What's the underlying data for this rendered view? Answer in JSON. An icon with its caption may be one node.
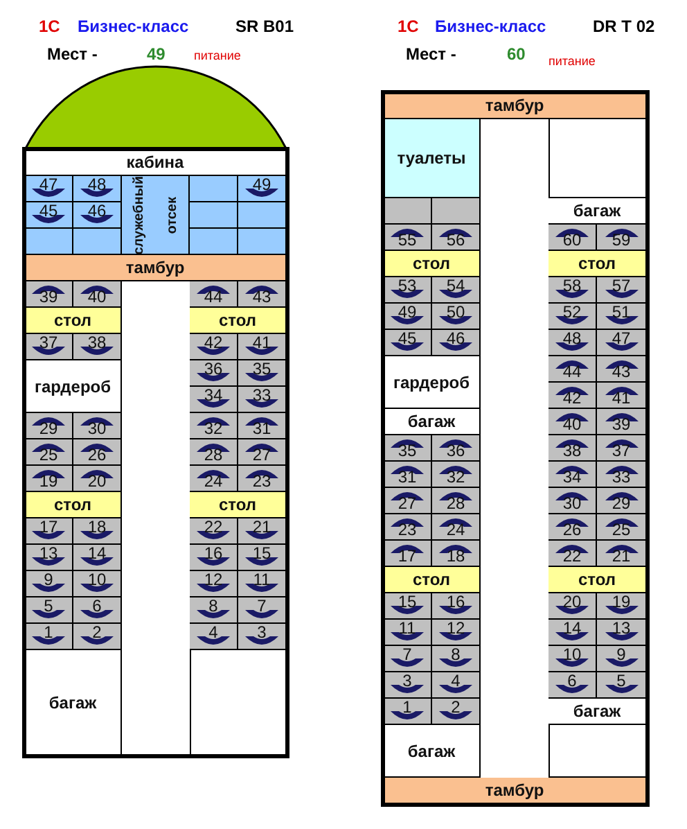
{
  "diagram": {
    "nodes": [
      {
        "text": [],
        "shape": "dome"
      },
      {
        "text": [
          "кабина"
        ]
      },
      {
        "text": [
          "47"
        ]
      },
      {
        "text": [
          "48"
        ]
      },
      {
        "text": [
          "служебный",
          "отсек"
        ]
      },
      {
        "text": [],
        "shape": "box"
      },
      {
        "text": [
          "49"
        ]
      },
      {
        "text": [
          "45"
        ]
      },
      {
        "text": [
          "46"
        ]
      },
      {
        "text": [],
        "shape": "box"
      },
      {
        "text": [],
        "shape": "box"
      },
      {
        "text": [],
        "shape": "box"
      },
      {
        "text": [],
        "shape": "box"
      },
      {
        "text": [],
        "shape": "box"
      },
      {
        "text": [],
        "shape": "box"
      },
      {
        "text": [
          "тамбур"
        ]
      },
      {
        "text": [
          "39"
        ]
      },
      {
        "text": [
          "40"
        ]
      },
      {
        "text": [
          "44"
        ]
      },
      {
        "text": [
          "43"
        ]
      },
      {
        "text": [
          "стол"
        ]
      },
      {
        "text": [
          "стол"
        ]
      },
      {
        "text": [
          "37"
        ]
      },
      {
        "text": [
          "38"
        ]
      },
      {
        "text": [
          "42"
        ]
      },
      {
        "text": [
          "41"
        ]
      },
      {
        "text": [
          "гардероб"
        ]
      },
      {
        "text": [
          "36"
        ]
      },
      {
        "text": [
          "35"
        ]
      },
      {
        "text": [
          "34"
        ]
      },
      {
        "text": [
          "33"
        ]
      },
      {
        "text": [
          "29"
        ]
      },
      {
        "text": [
          "30"
        ]
      },
      {
        "text": [
          "32"
        ]
      },
      {
        "text": [
          "31"
        ]
      },
      {
        "text": [
          "25"
        ]
      },
      {
        "text": [
          "26"
        ]
      },
      {
        "text": [
          "28"
        ]
      },
      {
        "text": [
          "27"
        ]
      },
      {
        "text": [
          "19"
        ]
      },
      {
        "text": [
          "20"
        ]
      },
      {
        "text": [
          "24"
        ]
      },
      {
        "text": [
          "23"
        ]
      },
      {
        "text": [
          "стол"
        ]
      },
      {
        "text": [
          "стол"
        ]
      },
      {
        "text": [
          "17"
        ]
      },
      {
        "text": [
          "18"
        ]
      },
      {
        "text": [
          "22"
        ]
      },
      {
        "text": [
          "21"
        ]
      },
      {
        "text": [
          "13"
        ]
      },
      {
        "text": [
          "14"
        ]
      },
      {
        "text": [
          "16"
        ]
      },
      {
        "text": [
          "15"
        ]
      },
      {
        "text": [
          "9"
        ]
      },
      {
        "text": [
          "10"
        ]
      },
      {
        "text": [
          "12"
        ]
      },
      {
        "text": [
          "11"
        ]
      },
      {
        "text": [
          "5"
        ]
      },
      {
        "text": [
          "6"
        ]
      },
      {
        "text": [
          "8"
        ]
      },
      {
        "text": [
          "7"
        ]
      },
      {
        "text": [
          "1"
        ]
      },
      {
        "text": [
          "2"
        ]
      },
      {
        "text": [
          "4"
        ]
      },
      {
        "text": [
          "3"
        ]
      },
      {
        "text": [
          "багаж"
        ]
      },
      {
        "text": [
          "тамбур"
        ]
      },
      {
        "text": [
          "туалеты"
        ]
      },
      {
        "text": [],
        "shape": "box"
      },
      {
        "text": [],
        "shape": "box"
      },
      {
        "text": [
          "багаж"
        ]
      },
      {
        "text": [
          "55"
        ]
      },
      {
        "text": [
          "56"
        ]
      },
      {
        "text": [
          "60"
        ]
      },
      {
        "text": [
          "59"
        ]
      },
      {
        "text": [
          "стол"
        ]
      },
      {
        "text": [
          "стол"
        ]
      },
      {
        "text": [
          "53"
        ]
      },
      {
        "text": [
          "54"
        ]
      },
      {
        "text": [
          "58"
        ]
      },
      {
        "text": [
          "57"
        ]
      },
      {
        "text": [
          "49"
        ]
      },
      {
        "text": [
          "50"
        ]
      },
      {
        "text": [
          "52"
        ]
      },
      {
        "text": [
          "51"
        ]
      },
      {
        "text": [
          "45"
        ]
      },
      {
        "text": [
          "46"
        ]
      },
      {
        "text": [
          "48"
        ]
      },
      {
        "text": [
          "47"
        ]
      },
      {
        "text": [
          "гардероб"
        ]
      },
      {
        "text": [
          "44"
        ]
      },
      {
        "text": [
          "43"
        ]
      },
      {
        "text": [
          "42"
        ]
      },
      {
        "text": [
          "41"
        ]
      },
      {
        "text": [
          "багаж"
        ]
      },
      {
        "text": [
          "40"
        ]
      },
      {
        "text": [
          "39"
        ]
      },
      {
        "text": [
          "35"
        ]
      },
      {
        "text": [
          "36"
        ]
      },
      {
        "text": [
          "38"
        ]
      },
      {
        "text": [
          "37"
        ]
      },
      {
        "text": [
          "31"
        ]
      },
      {
        "text": [
          "32"
        ]
      },
      {
        "text": [
          "34"
        ]
      },
      {
        "text": [
          "33"
        ]
      },
      {
        "text": [
          "27"
        ]
      },
      {
        "text": [
          "28"
        ]
      },
      {
        "text": [
          "30"
        ]
      },
      {
        "text": [
          "29"
        ]
      },
      {
        "text": [
          "23"
        ]
      },
      {
        "text": [
          "24"
        ]
      },
      {
        "text": [
          "26"
        ]
      },
      {
        "text": [
          "25"
        ]
      },
      {
        "text": [
          "17"
        ]
      },
      {
        "text": [
          "18"
        ]
      },
      {
        "text": [
          "22"
        ]
      },
      {
        "text": [
          "21"
        ]
      },
      {
        "text": [
          "стол"
        ]
      },
      {
        "text": [
          "стол"
        ]
      },
      {
        "text": [
          "15"
        ]
      },
      {
        "text": [
          "16"
        ]
      },
      {
        "text": [
          "20"
        ]
      },
      {
        "text": [
          "19"
        ]
      },
      {
        "text": [
          "11"
        ]
      },
      {
        "text": [
          "12"
        ]
      },
      {
        "text": [
          "14"
        ]
      },
      {
        "text": [
          "13"
        ]
      },
      {
        "text": [
          "7"
        ]
      },
      {
        "text": [
          "8"
        ]
      },
      {
        "text": [
          "10"
        ]
      },
      {
        "text": [
          "9"
        ]
      },
      {
        "text": [
          "3"
        ]
      },
      {
        "text": [
          "4"
        ]
      },
      {
        "text": [
          "6"
        ]
      },
      {
        "text": [
          "5"
        ]
      },
      {
        "text": [
          "1"
        ]
      },
      {
        "text": [
          "2"
        ]
      },
      {
        "text": [
          "багаж"
        ]
      },
      {
        "text": [
          "багаж"
        ]
      },
      {
        "text": [
          "тамбур"
        ]
      }
    ],
    "labels": [
      "1C",
      "Бизнес-класс",
      "SR B01",
      "Мест -",
      "49",
      "питание",
      "1C",
      "Бизнес-класс",
      "DR T 02",
      "Мест -",
      "60",
      "питание"
    ]
  }
}
